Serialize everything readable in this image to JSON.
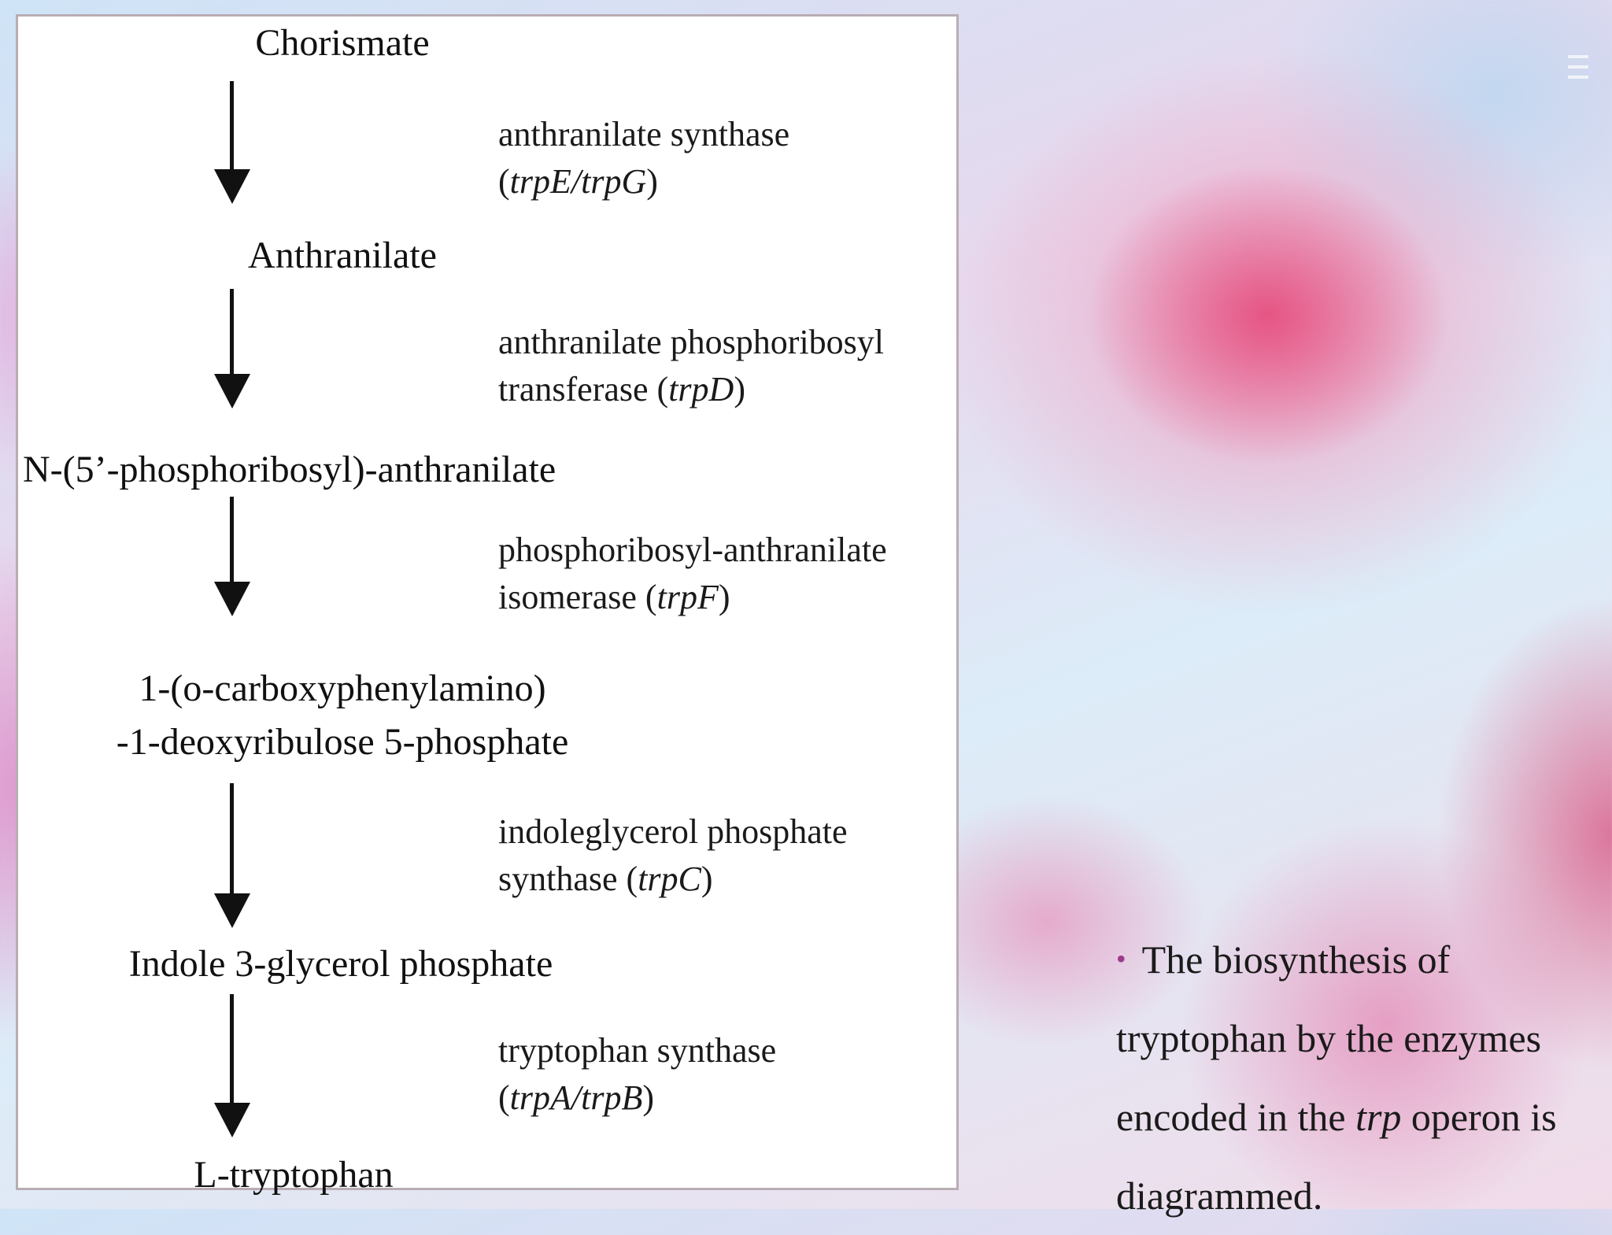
{
  "pathway": {
    "compounds": [
      {
        "lines": [
          "Chorismate"
        ]
      },
      {
        "lines": [
          "Anthranilate"
        ]
      },
      {
        "lines": [
          "N-(5’-phosphoribosyl)-anthranilate"
        ]
      },
      {
        "lines": [
          "1-(o-carboxyphenylamino)",
          "-1-deoxyribulose 5-phosphate"
        ]
      },
      {
        "lines": [
          "Indole 3-glycerol phosphate"
        ]
      },
      {
        "lines": [
          "L-tryptophan"
        ]
      }
    ],
    "enzymes": [
      {
        "name_line": "anthranilate synthase",
        "prefix": "(",
        "gene": "trpE/trpG",
        "suffix": ")"
      },
      {
        "name_line": "anthranilate phosphoribosyl",
        "prefix": "transferase (",
        "gene": "trpD",
        "suffix": ")"
      },
      {
        "name_line": "phosphoribosyl-anthranilate",
        "prefix": "isomerase (",
        "gene": "trpF",
        "suffix": ")"
      },
      {
        "name_line": "indoleglycerol phosphate",
        "prefix": "synthase (",
        "gene": "trpC",
        "suffix": ")"
      },
      {
        "name_line": "tryptophan synthase",
        "prefix": "(",
        "gene": "trpA/trpB",
        "suffix": ")"
      }
    ]
  },
  "bullet": {
    "text_before": "The biosynthesis of tryptophan by the enzymes encoded in the",
    "emphasis": "trp",
    "text_after": "operon is diagrammed."
  },
  "colors": {
    "panel_background": "#ffffff",
    "text": "#111111",
    "bullet_marker": "#9b3b8e"
  }
}
